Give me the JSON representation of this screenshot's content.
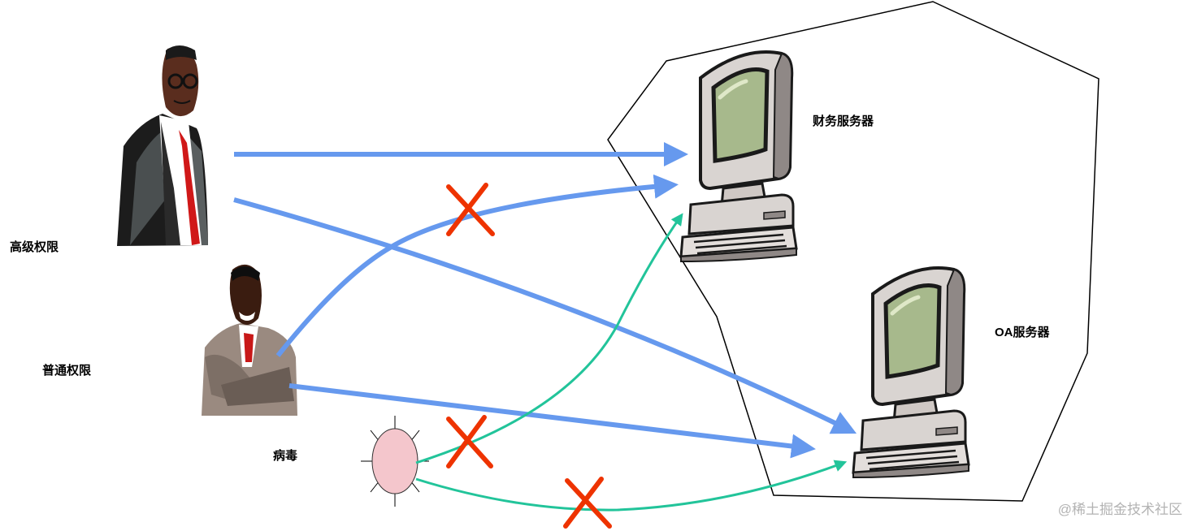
{
  "labels": {
    "high_privilege": "高级权限",
    "normal_privilege": "普通权限",
    "virus": "病毒",
    "finance_server": "财务服务器",
    "oa_server": "OA服务器"
  },
  "watermark": "@稀土掘金技术社区",
  "colors": {
    "allowed_arrow": "#6699ee",
    "virus_arrow": "#22c49a",
    "blocked_cross": "#ee3300",
    "network_boundary": "#000000",
    "virus_fill": "#f4c6cc",
    "screen": "#a7b98c"
  },
  "icons": {
    "manager": "businessman-high-privilege-icon",
    "employee": "businessman-normal-privilege-icon",
    "virus": "virus-icon",
    "finance_server": "computer-server-icon",
    "oa_server": "computer-server-icon"
  }
}
